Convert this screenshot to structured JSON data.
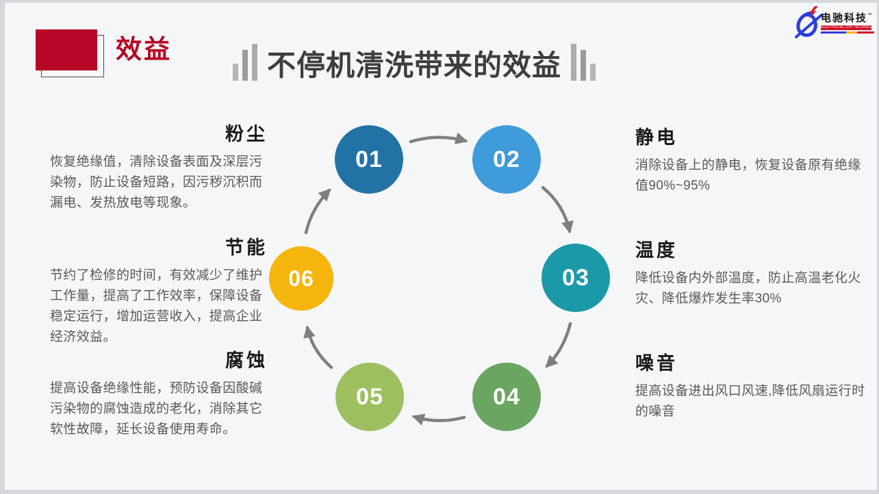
{
  "slide": {
    "section_tag": "效益",
    "title": "不停机清洗带来的效益"
  },
  "logo": {
    "brand": "电驰科技",
    "trademark": "™",
    "tagline": "ELECTRICAL CHI TECHNOLOGY",
    "icons": {
      "mark": "d-swoosh-icon",
      "bolt": "lightning-bolt-icon"
    },
    "colors": {
      "blue": "#2b3ed9",
      "red": "#cf1126",
      "yellow": "#f5b50d"
    }
  },
  "colors": {
    "accent_red": "#b80726",
    "title_text": "#3d3d3d",
    "heading_text": "#1a1a1a",
    "body_text": "#595959",
    "arrow_gray": "#7f7f7f",
    "slide_bg": "#f5f6f8"
  },
  "cycle": {
    "flow": "clockwise",
    "items": [
      {
        "num": "01",
        "label": "粉尘",
        "desc": "恢复绝缘值，清除设备表面及深层污染物，防止设备短路，因污秽沉积而漏电、发热放电等现象。",
        "color": "#2272a6",
        "column": "left"
      },
      {
        "num": "02",
        "label": "静电",
        "desc": "消除设备上的静电，恢复设备原有绝缘值90%~95%",
        "color": "#3f9bd9",
        "column": "right"
      },
      {
        "num": "03",
        "label": "温度",
        "desc": "降低设备内外部温度，防止高温老化火灾、降低爆炸发生率30%",
        "color": "#1b99a8",
        "column": "right"
      },
      {
        "num": "04",
        "label": "噪音",
        "desc": "提高设备进出风口风速,降低风扇运行时的噪音",
        "color": "#6ba562",
        "column": "right"
      },
      {
        "num": "05",
        "label": "腐蚀",
        "desc": "提高设备绝缘性能，预防设备因酸碱污染物的腐蚀造成的老化，消除其它软性故障，延长设备使用寿命。",
        "color": "#9dbf60",
        "column": "left"
      },
      {
        "num": "06",
        "label": "节能",
        "desc": "节约了检修的时间，有效减少了维护工作量，提高了工作效率，保障设备稳定运行，增加运营收入，提高企业经济效益。",
        "color": "#f5b50d",
        "column": "left"
      }
    ]
  }
}
